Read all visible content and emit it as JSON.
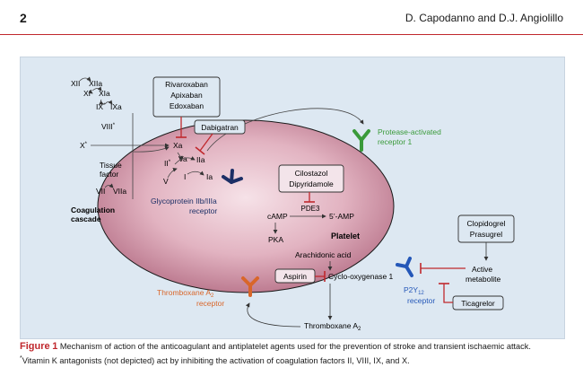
{
  "header": {
    "page_number": "2",
    "authors": "D. Capodanno and D.J. Angiolillo"
  },
  "cascade": {
    "title_line1": "Coagulation",
    "title_line2": "cascade",
    "factors": {
      "XII": "XII",
      "XIIa": "XIIa",
      "XI": "XI",
      "XIa": "XIa",
      "IX": "IX",
      "IXa": "IXa",
      "VIII": "VIII",
      "X": "X",
      "Xa": "Xa",
      "II": "II",
      "Va": "Va",
      "IIa": "IIa",
      "V": "V",
      "I": "I",
      "Ia": "Ia",
      "tissue_line1": "Tissue",
      "tissue_line2": "factor",
      "VII": "VII",
      "VIIa": "VIIa"
    },
    "asterisk": "*"
  },
  "drugs": {
    "xa_inhibitors": [
      "Rivaroxaban",
      "Apixaban",
      "Edoxaban"
    ],
    "thrombin_inhibitor": "Dabigatran",
    "pde_inhibitors": [
      "Cilostazol",
      "Dipyridamole"
    ],
    "p2y12_thienopyridines": [
      "Clopidogrel",
      "Prasugrel"
    ],
    "ticagrelor": "Ticagrelor",
    "aspirin": "Aspirin"
  },
  "platelet": {
    "label": "Platelet",
    "camp": "cAMP",
    "pde3": "PDE3",
    "amp": "5’-AMP",
    "pka": "PKA",
    "arachidonic_acid": "Arachidonic acid",
    "cox1": "Cyclo-oxygenase 1",
    "thromboxane": "Thromboxane A",
    "thromboxane_sub": "2"
  },
  "receptors": {
    "par1_line1": "Protease-activated",
    "par1_line2": "receptor 1",
    "gp_line1": "Glycoprotein IIb/IIIa",
    "gp_line2": "receptor",
    "txa2_line1": "Thromboxane A",
    "txa2_sub": "2",
    "txa2_line2": "receptor",
    "p2y12_line1": "P2Y",
    "p2y12_sub": "12",
    "p2y12_line2": "receptor",
    "active_metabolite_line1": "Active",
    "active_metabolite_line2": "metabolite"
  },
  "colors": {
    "figure_background": "#dde8f2",
    "red_accent": "#c0282d",
    "receptor_green": "#3a9a3a",
    "receptor_navy": "#1c2f66",
    "receptor_orange": "#d9662a",
    "receptor_blue": "#2457b8",
    "platelet_fill": "#d9a3b3"
  },
  "caption": {
    "label": "Figure",
    "number": "1",
    "text": "Mechanism of action of the anticoagulant and antiplatelet agents used for the prevention of stroke and transient ischaemic attack.",
    "footnote_mark": "*",
    "footnote": "Vitamin K antagonists (not depicted) act by inhibiting the activation of coagulation factors II, VIII, IX, and X."
  }
}
